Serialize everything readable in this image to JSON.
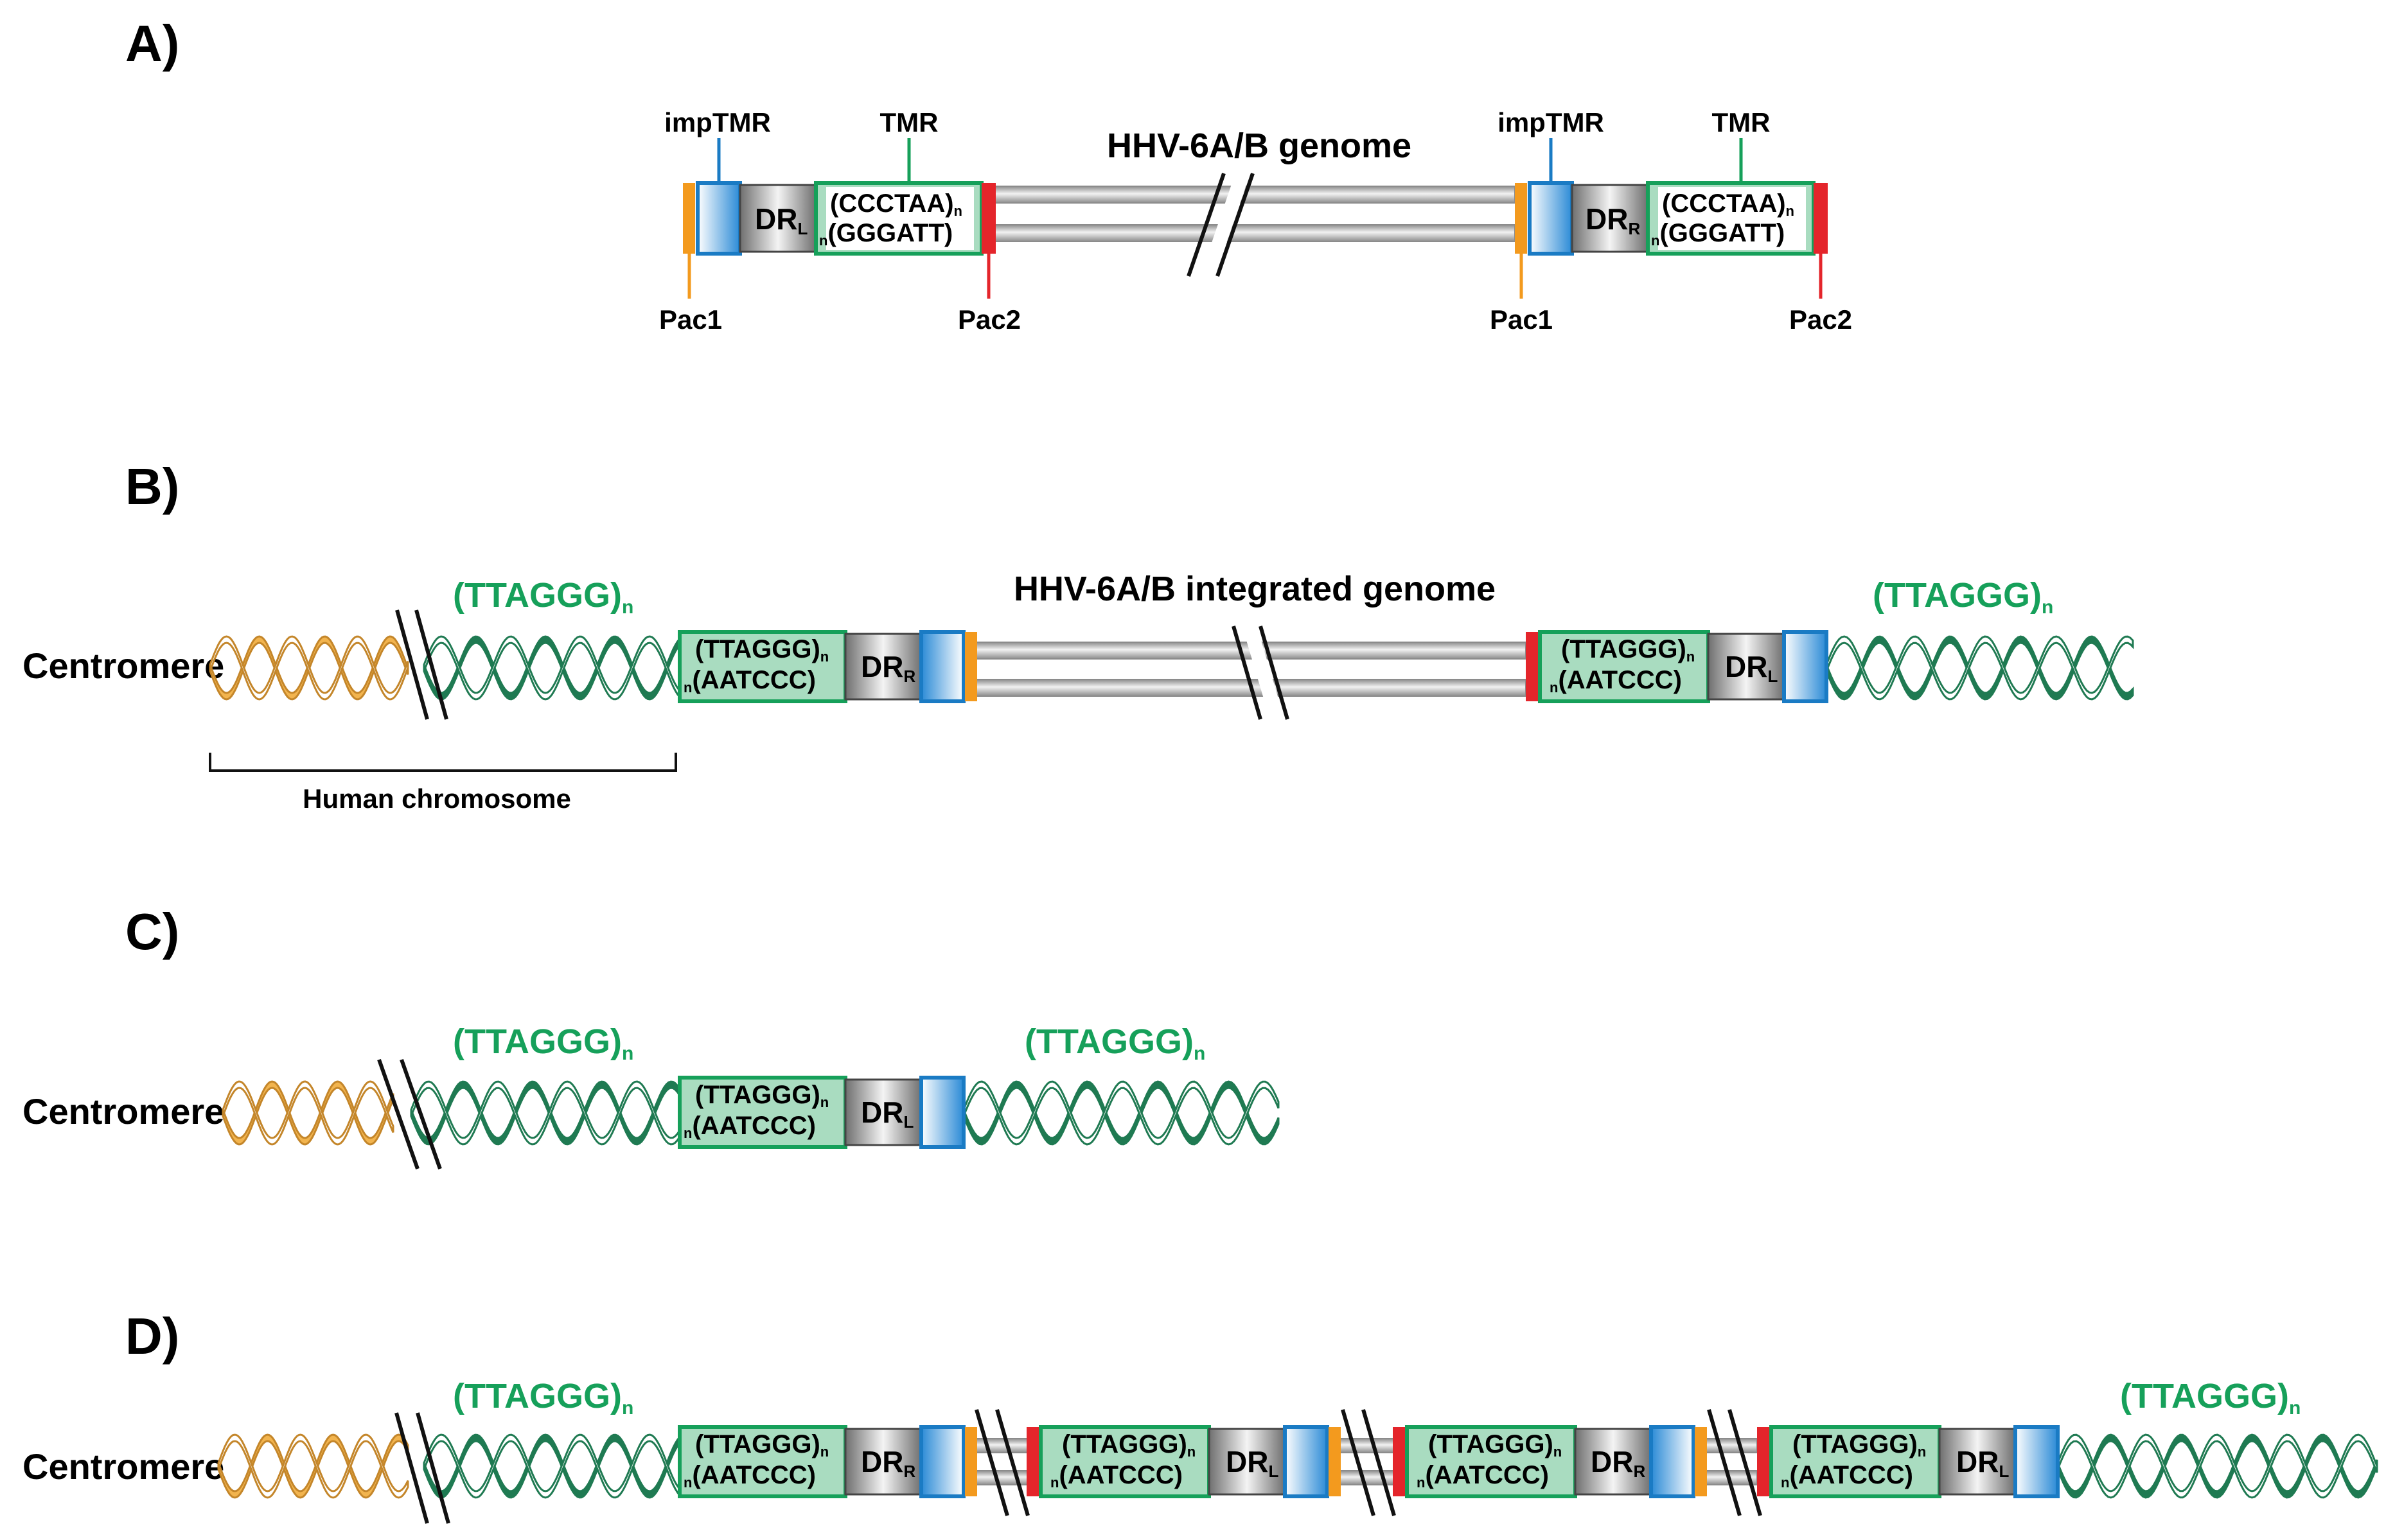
{
  "colors": {
    "pac1": "#f39a1e",
    "pac2": "#e4252b",
    "imptmr_border": "#1a7bc4",
    "tmr_border": "#16a05a",
    "tmr_fill": "#a9dcc0",
    "telomere_text": "#16a05a",
    "human_helix": "#f2b44e",
    "telomere_helix": "#1f7a52",
    "genome_line": "#b8b8b8"
  },
  "panels": {
    "a": {
      "label": "A)",
      "genome_title": "HHV-6A/B genome",
      "left_end": {
        "imptmr_label": "impTMR",
        "tmr_label": "TMR",
        "dr": "DR",
        "dr_sub": "L",
        "repeat_top": "(CCCTAA)",
        "repeat_top_sub": "n",
        "repeat_bottom_pre": "n",
        "repeat_bottom": "(GGGATT)",
        "pac1_label": "Pac1",
        "pac2_label": "Pac2"
      },
      "right_end": {
        "imptmr_label": "impTMR",
        "tmr_label": "TMR",
        "dr": "DR",
        "dr_sub": "R",
        "repeat_top": "(CCCTAA)",
        "repeat_top_sub": "n",
        "repeat_bottom_pre": "n",
        "repeat_bottom": "(GGGATT)",
        "pac1_label": "Pac1",
        "pac2_label": "Pac2"
      }
    },
    "b": {
      "label": "B)",
      "centromere": "Centromere",
      "telomere_left": "(TTAGGG)",
      "telomere_right": "(TTAGGG)",
      "telomere_sub": "n",
      "genome_title": "HHV-6A/B integrated genome",
      "bracket_label": "Human chromosome",
      "block1": {
        "top": "(TTAGGG)",
        "top_sub": "n",
        "bot_pre": "n",
        "bot": "(AATCCC)",
        "dr": "DR",
        "dr_sub": "R"
      },
      "block2": {
        "top": "(TTAGGG)",
        "top_sub": "n",
        "bot_pre": "n",
        "bot": "(AATCCC)",
        "dr": "DR",
        "dr_sub": "L"
      }
    },
    "c": {
      "label": "C)",
      "centromere": "Centromere",
      "telomere_left": "(TTAGGG)",
      "telomere_right": "(TTAGGG)",
      "telomere_sub": "n",
      "block": {
        "top": "(TTAGGG)",
        "top_sub": "n",
        "bot_pre": "n",
        "bot": "(AATCCC)",
        "dr": "DR",
        "dr_sub": "L"
      }
    },
    "d": {
      "label": "D)",
      "centromere": "Centromere",
      "telomere_left": "(TTAGGG)",
      "telomere_right": "(TTAGGG)",
      "telomere_sub": "n",
      "blocks": [
        {
          "top": "(TTAGGG)",
          "top_sub": "n",
          "bot_pre": "n",
          "bot": "(AATCCC)",
          "dr": "DR",
          "dr_sub": "R"
        },
        {
          "top": "(TTAGGG)",
          "top_sub": "n",
          "bot_pre": "n",
          "bot": "(AATCCC)",
          "dr": "DR",
          "dr_sub": "L"
        },
        {
          "top": "(TTAGGG)",
          "top_sub": "n",
          "bot_pre": "n",
          "bot": "(AATCCC)",
          "dr": "DR",
          "dr_sub": "R"
        },
        {
          "top": "(TTAGGG)",
          "top_sub": "n",
          "bot_pre": "n",
          "bot": "(AATCCC)",
          "dr": "DR",
          "dr_sub": "L"
        }
      ]
    }
  }
}
